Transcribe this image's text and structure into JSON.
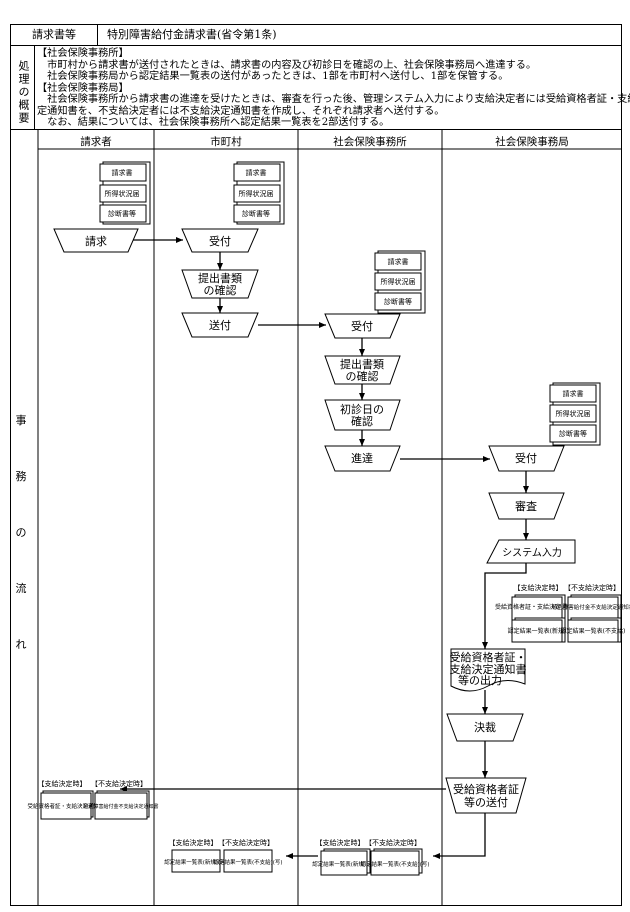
{
  "header": {
    "label": "請求書等",
    "title": "特別障害給付金請求書(省令第1条)"
  },
  "summary": {
    "side_label": "処理の概要",
    "lines": [
      "【社会保険事務所】",
      "　市町村から請求書が送付されたときは、請求書の内容及び初診日を確認の上、社会保険事務局へ進達する。",
      "　社会保険事務局から認定結果一覧表の送付があったときは、1部を市町村へ送付し、1部を保管する。",
      "【社会保険事務局】",
      "　社会保険事務所から請求書の進達を受けたときは、審査を行った後、管理システム入力により支給決定者には受給資格者証・支給決",
      "定通知書を、不支給決定者には不支給決定通知書を作成し、それぞれ請求者へ送付する。",
      "　なお、結果については、社会保険事務所へ認定結果一覧表を2部送付する。"
    ]
  },
  "flow": {
    "side_label": [
      "事",
      "務",
      "の",
      "流",
      "れ"
    ],
    "lanes": [
      "請求者",
      "市町村",
      "社会保険事務所",
      "社会保険事務局"
    ]
  },
  "docs": {
    "set": [
      "請求書",
      "所得状況届",
      "診断書等"
    ]
  },
  "steps": {
    "claim": "請求",
    "receive1": "受付",
    "check_docs": [
      "提出書類",
      "の確認"
    ],
    "send1": "送付",
    "receive2": "受付",
    "check_docs2": [
      "提出書類",
      "の確認"
    ],
    "first_visit": [
      "初診日の",
      "確認"
    ],
    "forward": "進達",
    "receive3": "受付",
    "review": "審査",
    "system_input": "システム入力",
    "output": [
      "受給資格者証・",
      "支給決定通知書",
      "等の出力"
    ],
    "approve": "決裁",
    "send_cert": [
      "受給資格者証",
      "等の送付"
    ]
  },
  "outputs": {
    "grant_label": "【支給決定時】",
    "nogrant_label": "【不支給決定時】",
    "grant_docs": [
      "受給資格者証・支給決定通知書",
      "認定結果一覧表(新規)"
    ],
    "nogrant_docs": [
      "特別障害給付金不支給決定通知書",
      "認定結果一覧表(不支給)"
    ],
    "claimant_grant": "受給資格者証・支給決定通知書",
    "claimant_nogrant": "特別障害給付金不支給決定通知書",
    "list_grant": "認定結果一覧表(新規)(写)",
    "list_nogrant": "認定結果一覧表(不支給)(写)"
  }
}
